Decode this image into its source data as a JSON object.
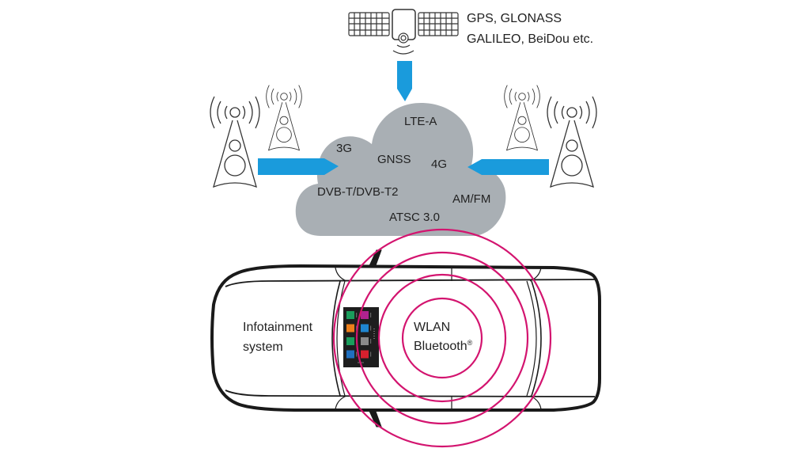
{
  "satellite": {
    "label_line1": "GPS, GLONASS",
    "label_line2": "GALILEO, BeiDou etc."
  },
  "cloud": {
    "labels": {
      "lte": "LTE-A",
      "g3": "3G",
      "gnss": "GNSS",
      "g4": "4G",
      "dvb": "DVB-T/DVB-T2",
      "amfm": "AM/FM",
      "atsc": "ATSC 3.0"
    },
    "color": "#a9afb4"
  },
  "car": {
    "infotainment_line1": "Infotainment",
    "infotainment_line2": "system",
    "wireless_line1": "WLAN",
    "wireless_line2": "Bluetooth",
    "wireless_mark": "®"
  },
  "colors": {
    "arrow": "#1a9bdc",
    "rings": "#d3146f",
    "outline": "#1a1a1a",
    "screen": "#1e1e1e"
  },
  "screen_icons": [
    {
      "name": "green-app-icon",
      "color": "#1a9e5c"
    },
    {
      "name": "media-app-icon",
      "color": "#b0238f"
    },
    {
      "name": "orange-app-icon",
      "color": "#ee7f1a"
    },
    {
      "name": "audio-app-icon",
      "color": "#1f86d0"
    },
    {
      "name": "phone-app-icon",
      "color": "#1a9e5c"
    },
    {
      "name": "settings-app-icon",
      "color": "#8a8a8a"
    },
    {
      "name": "navigation-app-icon",
      "color": "#1f6fc0"
    },
    {
      "name": "alert-app-icon",
      "color": "#d8202e"
    }
  ]
}
